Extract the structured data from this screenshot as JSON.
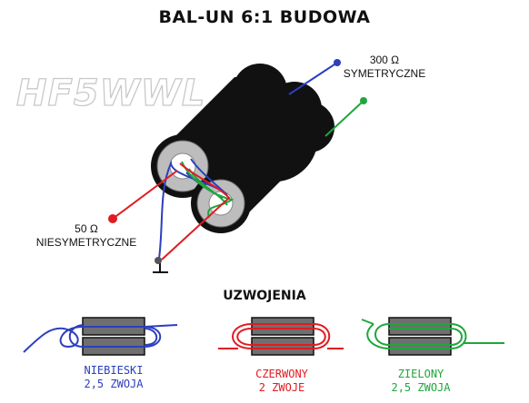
{
  "title": "BAL-UN 6:1 BUDOWA",
  "watermark": "HF5WWL",
  "top_right": {
    "value": "300 Ω",
    "text": "SYMETRYCZNE"
  },
  "left": {
    "value": "50 Ω",
    "text": "NIESYMETRYCZNE"
  },
  "subtitle": "UZWOJENIA",
  "windings": [
    {
      "name": "NIEBIESKI",
      "turns": "2,5 ZWOJA",
      "color": "#2b3fbf"
    },
    {
      "name": "CZERWONY",
      "turns": "2 ZWOJE",
      "color": "#e01b22"
    },
    {
      "name": "ZIELONY",
      "turns": "2,5 ZWOJA",
      "color": "#1fa63c"
    }
  ],
  "colors": {
    "core": "#111111",
    "ferrite_block": "#6f6f6f",
    "hole": "#bdbdbd"
  }
}
